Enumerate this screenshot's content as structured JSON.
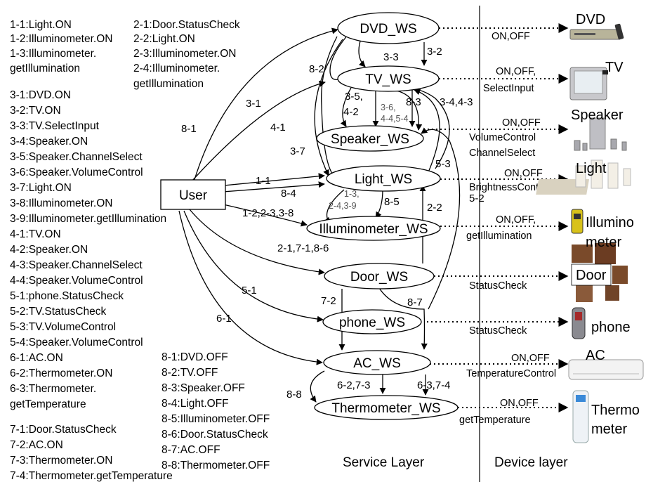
{
  "legend_col1": [
    "1-1:Light.ON",
    "1-2:Illuminometer.ON",
    "1-3:Illuminometer.",
    "getIllumination",
    "3-1:DVD.ON",
    "3-2:TV.ON",
    "3-3:TV.SelectInput",
    "3-4:Speaker.ON",
    "3-5:Speaker.ChannelSelect",
    "3-6:Speaker.VolumeControl",
    "3-7:Light.ON",
    "3-8:Illuminometer.ON",
    "3-9:Illuminometer.getIllumination",
    "4-1:TV.ON",
    "4-2:Speaker.ON",
    "4-3:Speaker.ChannelSelect",
    "4-4:Speaker.VolumeControl",
    "5-1:phone.StatusCheck",
    "5-2:TV.StatusCheck",
    "5-3:TV.VolumeControl",
    "5-4:Speaker.VolumeControl",
    "6-1:AC.ON",
    "6-2:Thermometer.ON",
    "6-3:Thermometer.",
    "getTemperature",
    "7-1:Door.StatusCheck",
    "7-2:AC.ON",
    "7-3:Thermometer.ON",
    "7-4:Thermometer.getTemperature"
  ],
  "legend_col2": [
    "2-1:Door.StatusCheck",
    "2-2:Light.ON",
    "2-3:Illuminometer.ON",
    "2-4:Illuminometer.",
    "getIllumination"
  ],
  "legend_col3": [
    "8-1:DVD.OFF",
    "8-2:TV.OFF",
    "8-3:Speaker.OFF",
    "8-4:Light.OFF",
    "8-5:Illuminometer.OFF",
    "8-6:Door.StatusCheck",
    "8-7:AC.OFF",
    "8-8:Thermometer.OFF"
  ],
  "user": "User",
  "services": [
    "DVD_WS",
    "TV_WS",
    "Speaker_WS",
    "Light_WS",
    "Illuminometer_WS",
    "Door_WS",
    "phone_WS",
    "AC_WS",
    "Thermometer_WS"
  ],
  "edge_labels": [
    "3-1",
    "8-1",
    "4-1",
    "3-7",
    "1-1",
    "8-4",
    "1-2,2-3,3-8",
    "2-1,7-1,8-6",
    "5-1",
    "6-1",
    "8-2",
    "3-3",
    "3-2",
    "3-5,",
    "4-2",
    "8-3",
    "3-4,4-3",
    "5-3",
    "5-2",
    "8-5",
    "2-2",
    "7-2",
    "8-7",
    "8-8",
    "6-2,7-3",
    "6-3,7-4"
  ],
  "edge_small_labels": [
    "3-6,",
    "4-4,5-4",
    "1-3,",
    "2-4,3-9"
  ],
  "device_links": [
    [
      "ON,OFF"
    ],
    [
      "ON,OFF,",
      "SelectInput"
    ],
    [
      "ON,OFF",
      "VolumeControl",
      "ChannelSelect"
    ],
    [
      "ON,OFF",
      "BrightnessControl"
    ],
    [
      "ON,OFF,",
      "getIllumination"
    ],
    [
      "StatusCheck"
    ],
    [
      "StatusCheck"
    ],
    [
      "ON,OFF",
      "TemperatureControl"
    ],
    [
      "ON,OFF",
      "getTemperature"
    ]
  ],
  "devices": [
    [
      "DVD"
    ],
    [
      "TV"
    ],
    [
      "Speaker"
    ],
    [
      "Light"
    ],
    [
      "Illumino",
      "meter"
    ],
    [
      "Door"
    ],
    [
      "phone"
    ],
    [
      "AC"
    ],
    [
      "Thermo",
      "meter"
    ]
  ],
  "layers": [
    "Service Layer",
    "Device layer"
  ]
}
